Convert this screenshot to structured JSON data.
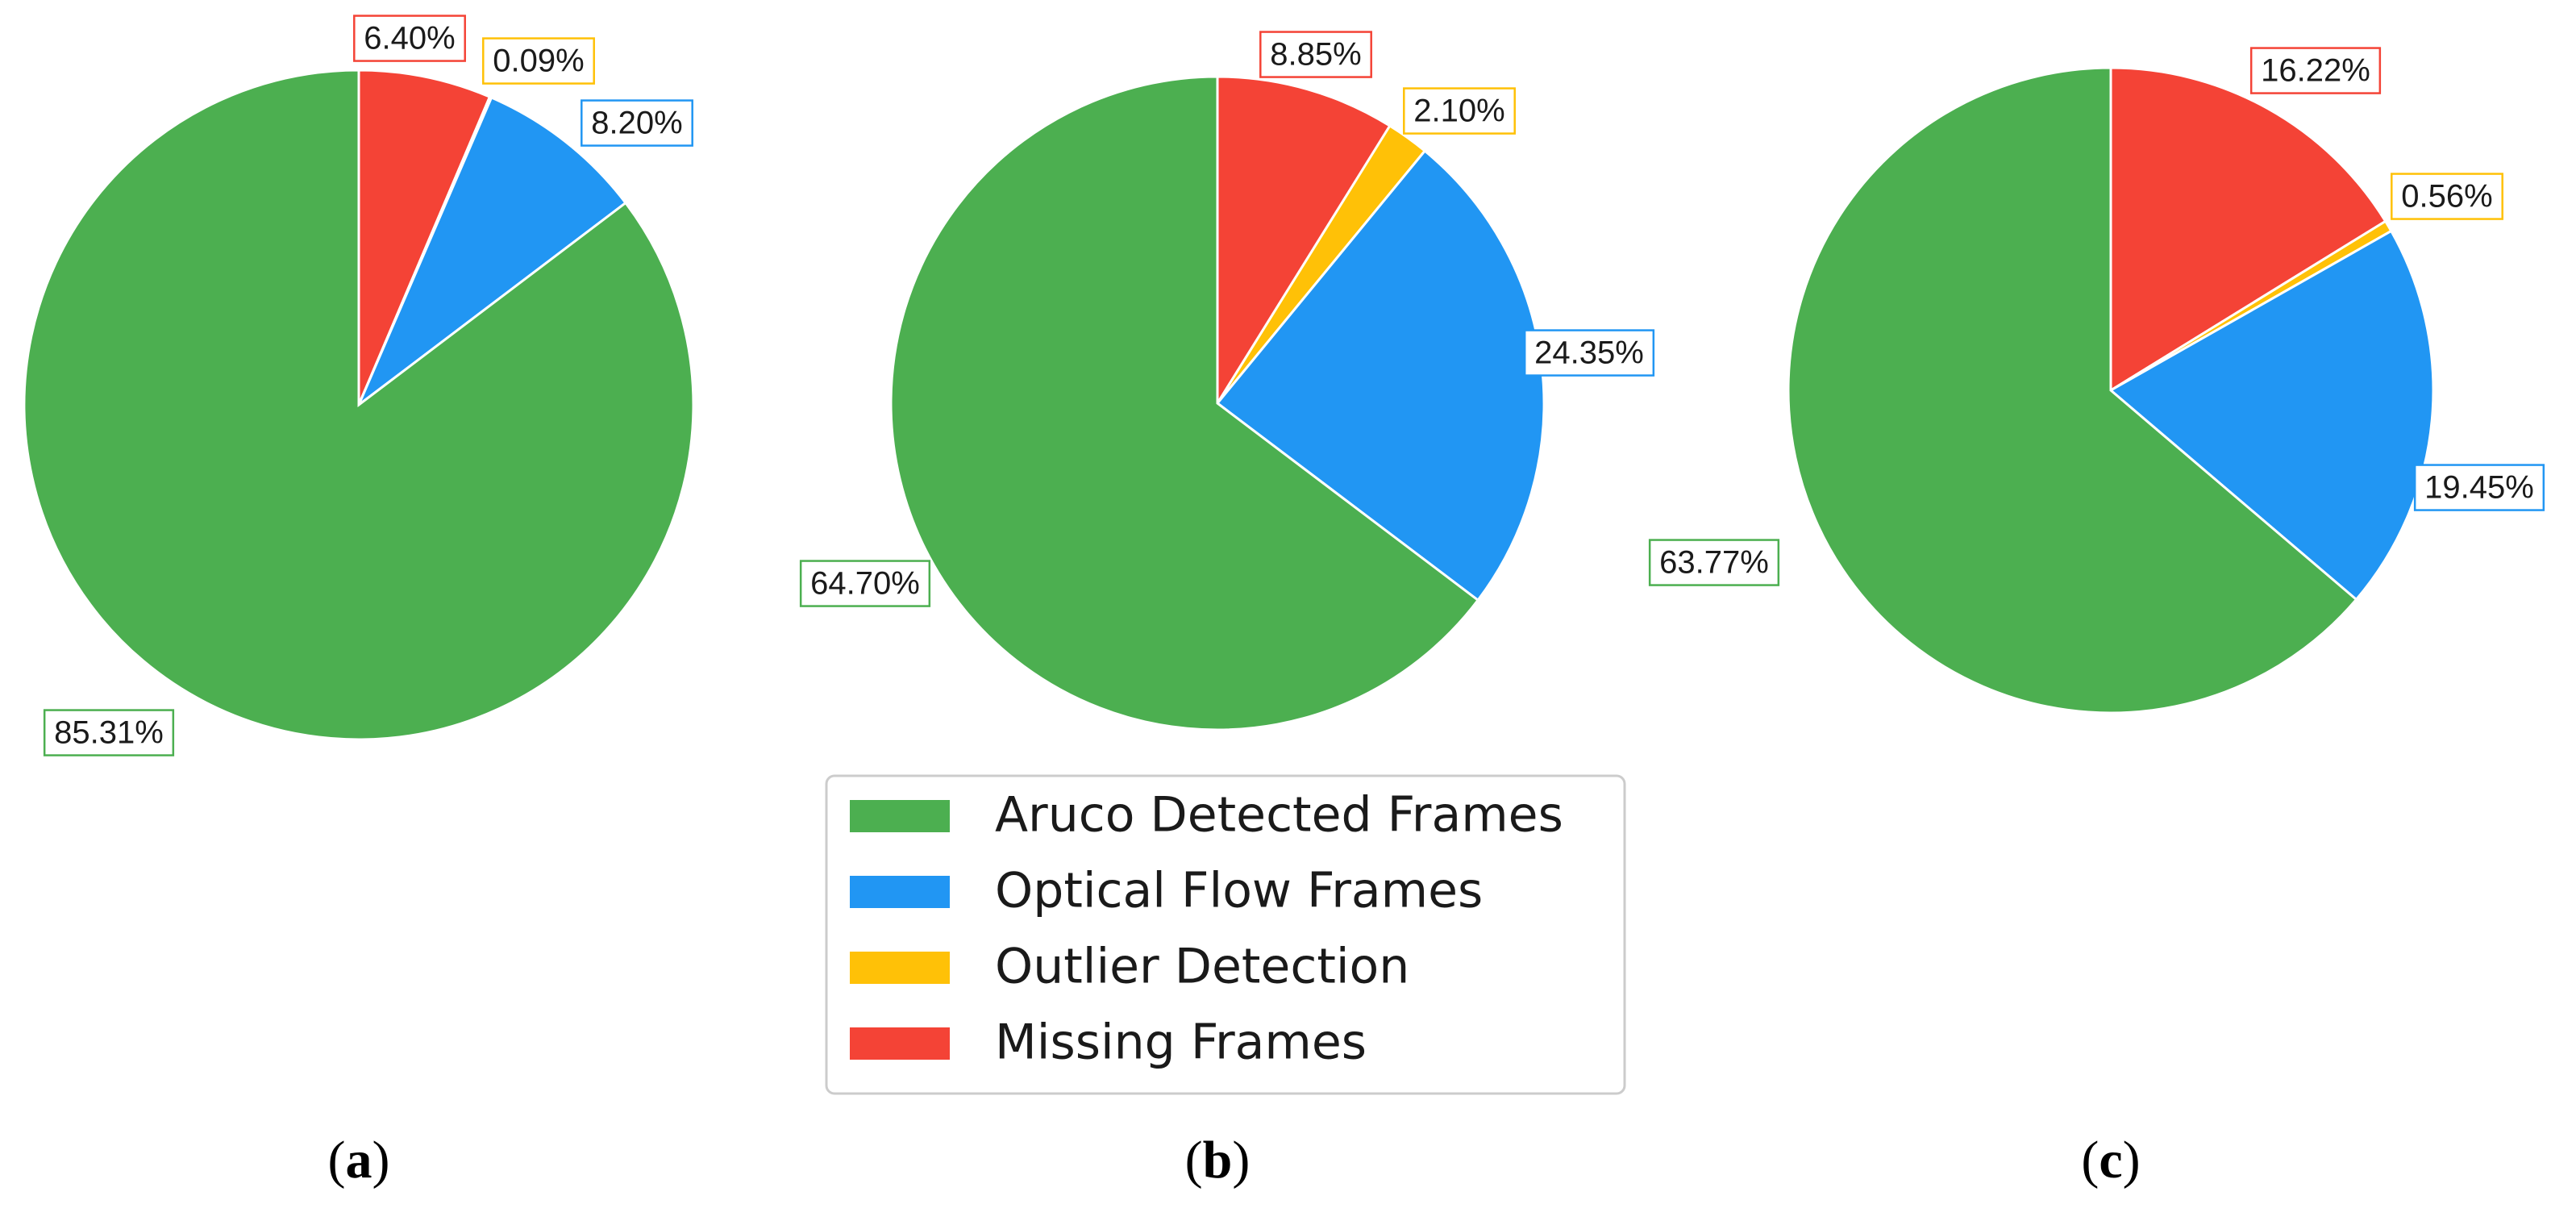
{
  "chart_data": [
    {
      "type": "pie",
      "panel_label": "a",
      "slices": [
        {
          "category": "Missing Frames",
          "value": 6.4,
          "label": "6.40%"
        },
        {
          "category": "Outlier Detection",
          "value": 0.09,
          "label": "0.09%"
        },
        {
          "category": "Optical Flow Frames",
          "value": 8.2,
          "label": "8.20%"
        },
        {
          "category": "Aruco Detected Frames",
          "value": 85.31,
          "label": "85.31%"
        }
      ]
    },
    {
      "type": "pie",
      "panel_label": "b",
      "slices": [
        {
          "category": "Missing Frames",
          "value": 8.85,
          "label": "8.85%"
        },
        {
          "category": "Outlier Detection",
          "value": 2.1,
          "label": "2.10%"
        },
        {
          "category": "Optical Flow Frames",
          "value": 24.35,
          "label": "24.35%"
        },
        {
          "category": "Aruco Detected Frames",
          "value": 64.7,
          "label": "64.70%"
        }
      ]
    },
    {
      "type": "pie",
      "panel_label": "c",
      "slices": [
        {
          "category": "Missing Frames",
          "value": 16.22,
          "label": "16.22%"
        },
        {
          "category": "Outlier Detection",
          "value": 0.56,
          "label": "0.56%"
        },
        {
          "category": "Optical Flow Frames",
          "value": 19.45,
          "label": "19.45%"
        },
        {
          "category": "Aruco Detected Frames",
          "value": 63.77,
          "label": "63.77%"
        }
      ]
    }
  ],
  "legend": {
    "entries": [
      {
        "category": "Aruco Detected Frames",
        "label": "Aruco Detected Frames",
        "color": "#4caf50"
      },
      {
        "category": "Optical Flow Frames",
        "label": "Optical Flow Frames",
        "color": "#2196f3"
      },
      {
        "category": "Outlier Detection",
        "label": "Outlier Detection",
        "color": "#ffc107"
      },
      {
        "category": "Missing Frames",
        "label": "Missing Frames",
        "color": "#f44336"
      }
    ],
    "placement": "bottom-center"
  },
  "colors": {
    "Aruco Detected Frames": "#4caf50",
    "Optical Flow Frames": "#2196f3",
    "Outlier Detection": "#ffc107",
    "Missing Frames": "#f44336"
  }
}
